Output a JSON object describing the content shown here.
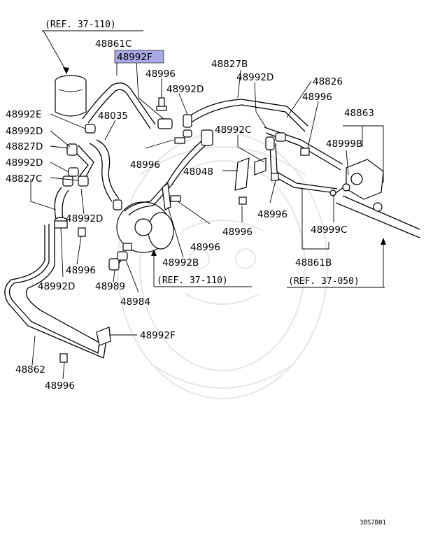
{
  "diagram": {
    "highlight_color": "#a9a9e6",
    "highlighted_part": "48992F",
    "drawing_code": "3BS7B01",
    "refs": [
      {
        "id": "ref-top",
        "text": "(REF. 37-110)"
      },
      {
        "id": "ref-mid",
        "text": "(REF. 37-110)"
      },
      {
        "id": "ref-right",
        "text": "(REF. 37-050)"
      }
    ],
    "labels": [
      "48861C",
      "48992F",
      "48996",
      "48992D",
      "48827B",
      "48992D",
      "48826",
      "48996",
      "48863",
      "48992E",
      "48035",
      "48992D",
      "48992C",
      "48999B",
      "48827D",
      "48996",
      "48992D",
      "48048",
      "48827C",
      "48996",
      "48992D",
      "48996",
      "48999C",
      "48996",
      "48996",
      "48992B",
      "48861B",
      "48992D",
      "48989",
      "48984",
      "48992F",
      "48862",
      "48996"
    ]
  }
}
